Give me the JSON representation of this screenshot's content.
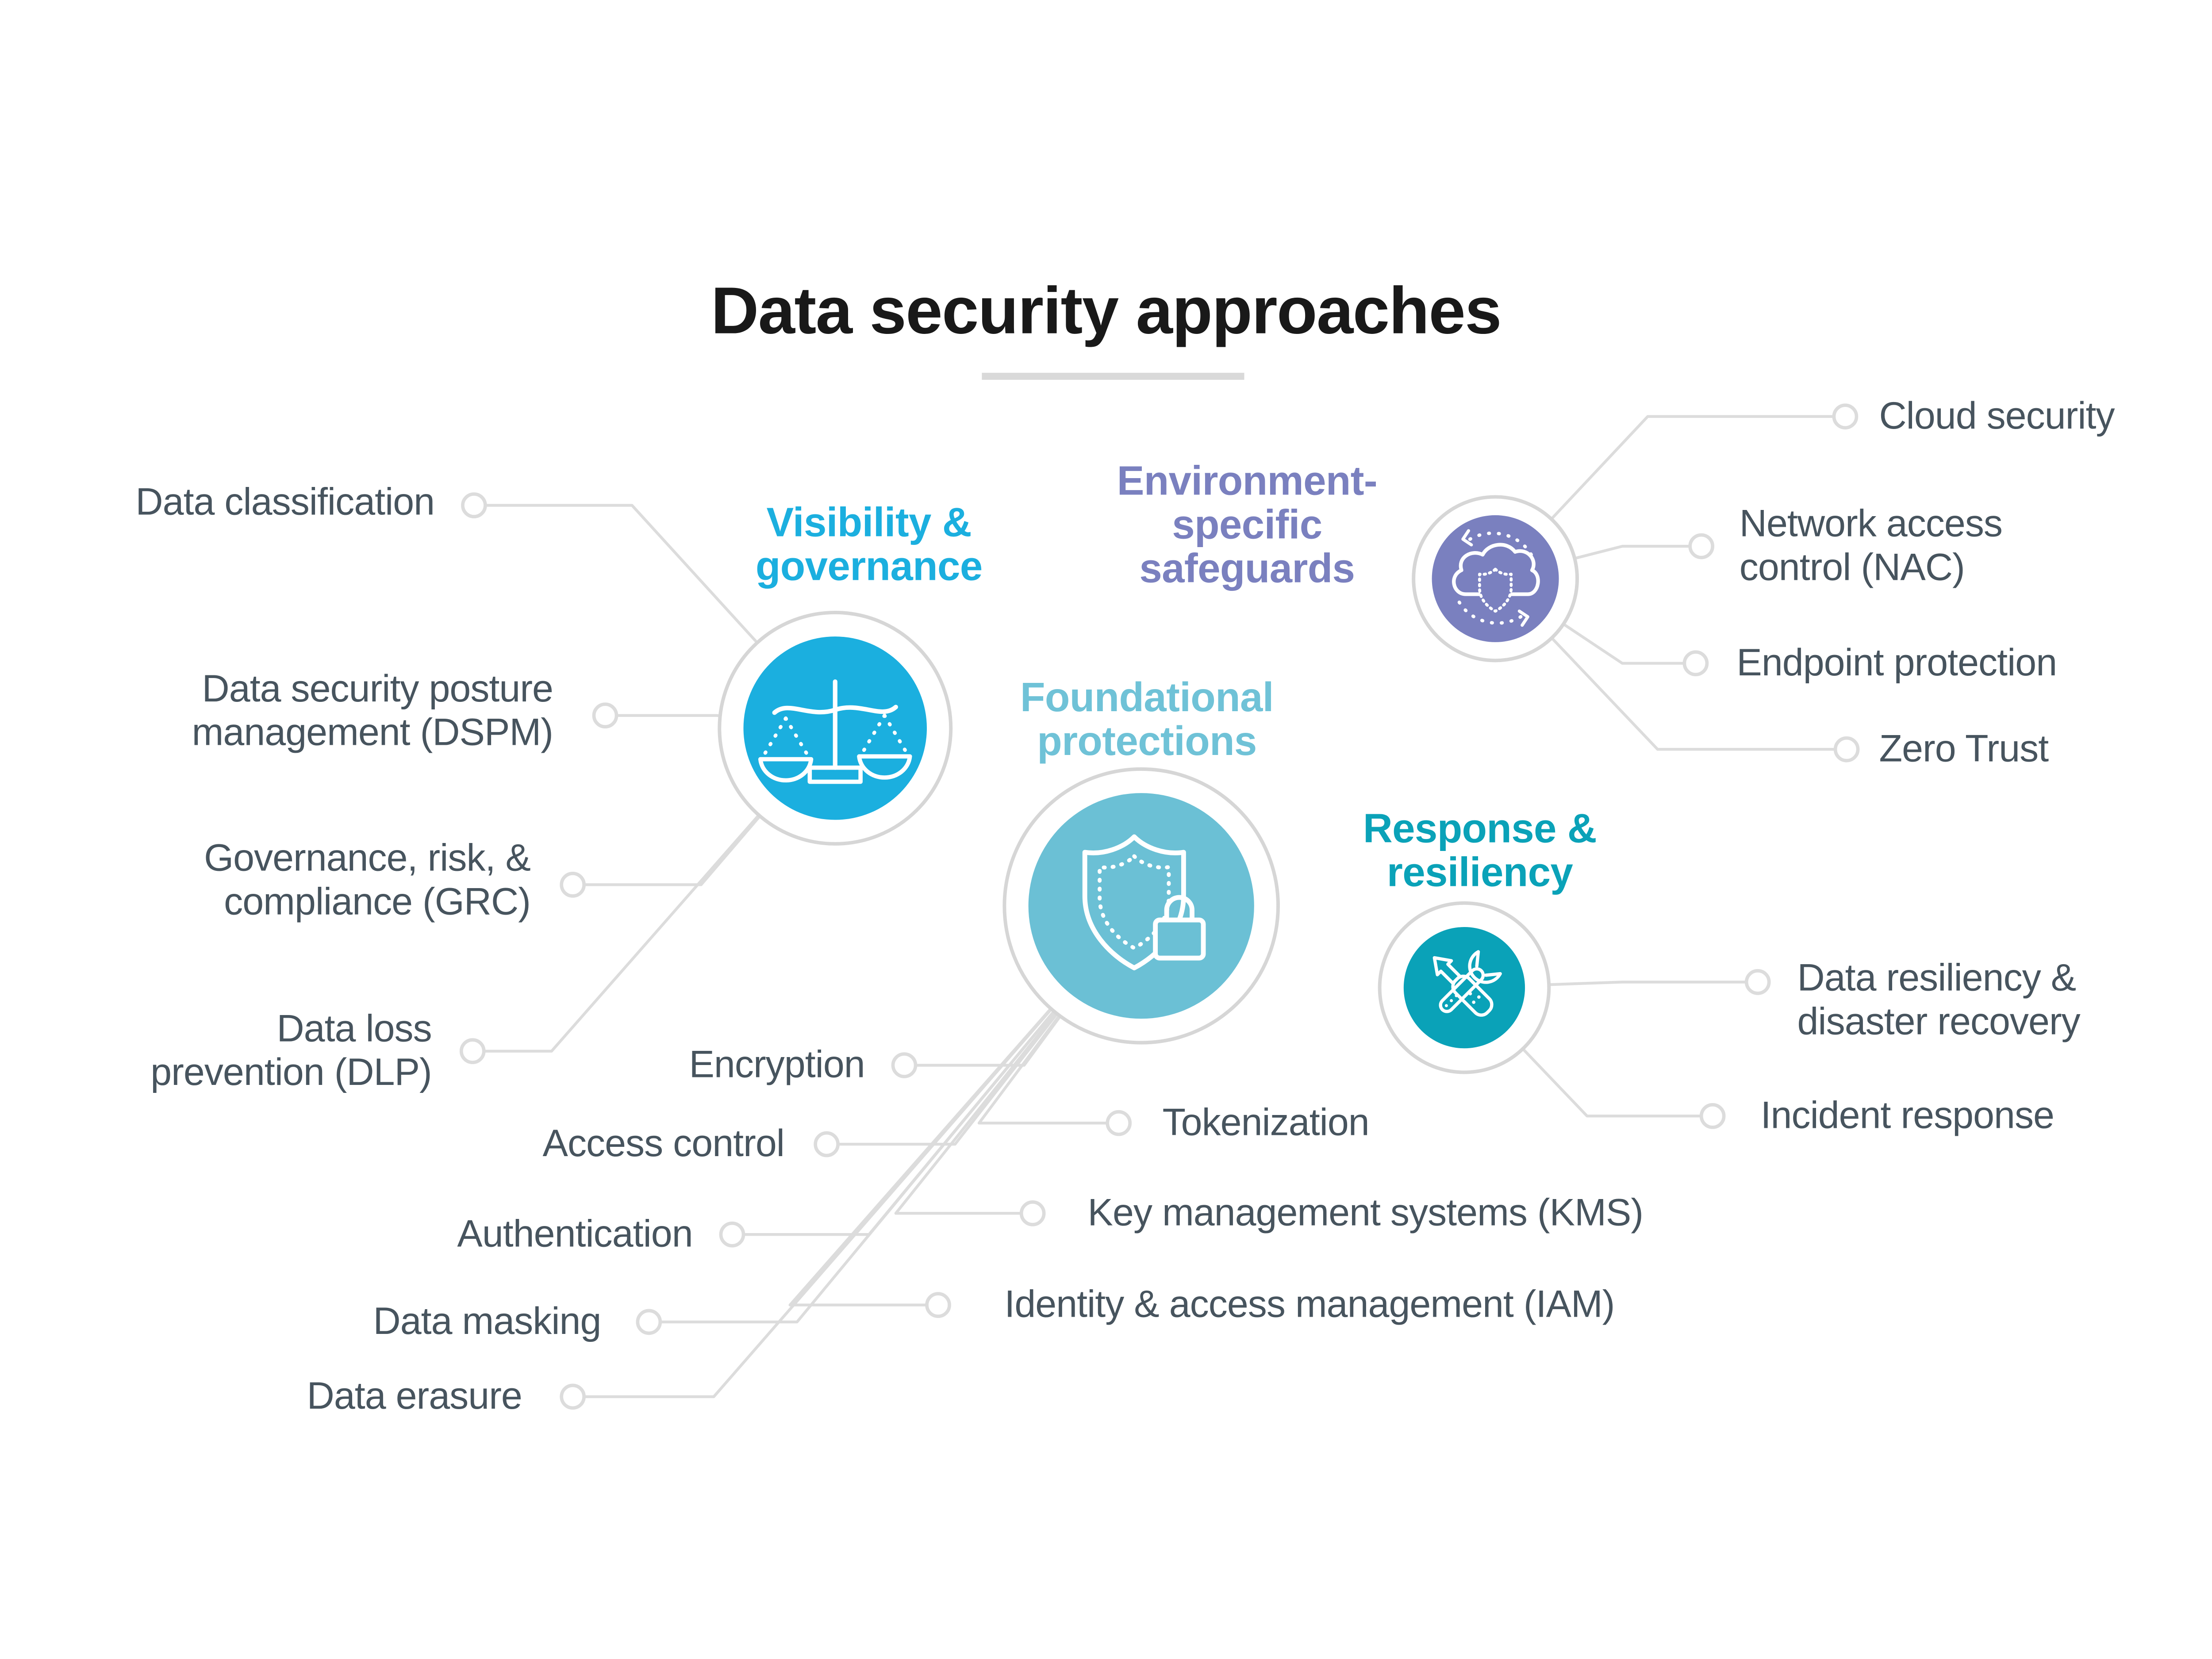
{
  "title": "Data security approaches",
  "colors": {
    "title_text": "#191919",
    "item_text": "#47545e",
    "connector_gray": "#dcdcdc",
    "visibility_accent": "#1bafdf",
    "foundational_accent": "#6bc0d5",
    "environment_accent": "#7a80bf",
    "response_accent": "#0aa2b8"
  },
  "clusters": {
    "visibility": {
      "label": "Visibility &\ngovernance",
      "icon": "scales-icon",
      "items": {
        "classification": "Data classification",
        "dspm": "Data security posture\nmanagement (DSPM)",
        "grc": "Governance, risk, &\ncompliance (GRC)",
        "dlp": "Data loss\nprevention (DLP)"
      }
    },
    "foundational": {
      "label": "Foundational\nprotections",
      "icon": "shield-lock-icon",
      "items": {
        "encryption": "Encryption",
        "access_control": "Access control",
        "authentication": "Authentication",
        "data_masking": "Data masking",
        "data_erasure": "Data erasure",
        "tokenization": "Tokenization",
        "kms": "Key management systems (KMS)",
        "iam": "Identity & access management (IAM)"
      }
    },
    "environment": {
      "label": "Environment-\nspecific\nsafeguards",
      "icon": "cloud-shield-icon",
      "items": {
        "cloud_security": "Cloud security",
        "nac": "Network access\ncontrol (NAC)",
        "endpoint": "Endpoint protection",
        "zero_trust": "Zero Trust"
      }
    },
    "response": {
      "label": "Response &\nresiliency",
      "icon": "tools-icon",
      "items": {
        "resiliency": "Data resiliency &\ndisaster recovery",
        "incident": "Incident response"
      }
    }
  }
}
